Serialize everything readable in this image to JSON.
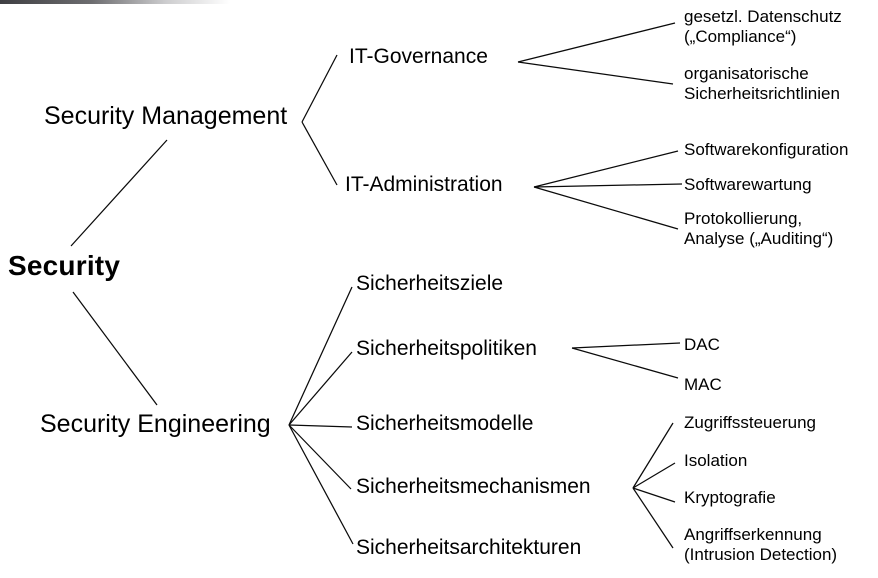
{
  "diagram_title": "Security taxonomy tree",
  "colors": {
    "text": "#000000",
    "line": "#0a0a0a",
    "background": "#ffffff"
  },
  "tree": {
    "label": "Security",
    "children": [
      {
        "label": "Security Management",
        "children": [
          {
            "label": "IT-Governance",
            "children": [
              {
                "lines": [
                  "gesetzl. Datenschutz",
                  "(„Compliance“)"
                ]
              },
              {
                "lines": [
                  "organisatorische",
                  "Sicherheitsrichtlinien"
                ]
              }
            ]
          },
          {
            "label": "IT-Administration",
            "children": [
              {
                "lines": [
                  "Softwarekonfiguration"
                ]
              },
              {
                "lines": [
                  "Softwarewartung"
                ]
              },
              {
                "lines": [
                  "Protokollierung,",
                  "Analyse („Auditing“)"
                ]
              }
            ]
          }
        ]
      },
      {
        "label": "Security Engineering",
        "children": [
          {
            "label": "Sicherheitsziele",
            "children": []
          },
          {
            "label": "Sicherheitspolitiken",
            "children": [
              {
                "lines": [
                  "DAC"
                ]
              },
              {
                "lines": [
                  "MAC"
                ]
              }
            ]
          },
          {
            "label": "Sicherheitsmodelle",
            "children": []
          },
          {
            "label": "Sicherheitsmechanismen",
            "children": [
              {
                "lines": [
                  "Zugriffssteuerung"
                ]
              },
              {
                "lines": [
                  "Isolation"
                ]
              },
              {
                "lines": [
                  "Kryptografie"
                ]
              },
              {
                "lines": [
                  "Angriffserkennung",
                  "(Intrusion Detection)"
                ]
              }
            ]
          },
          {
            "label": "Sicherheitsarchitekturen",
            "children": []
          }
        ]
      }
    ]
  }
}
